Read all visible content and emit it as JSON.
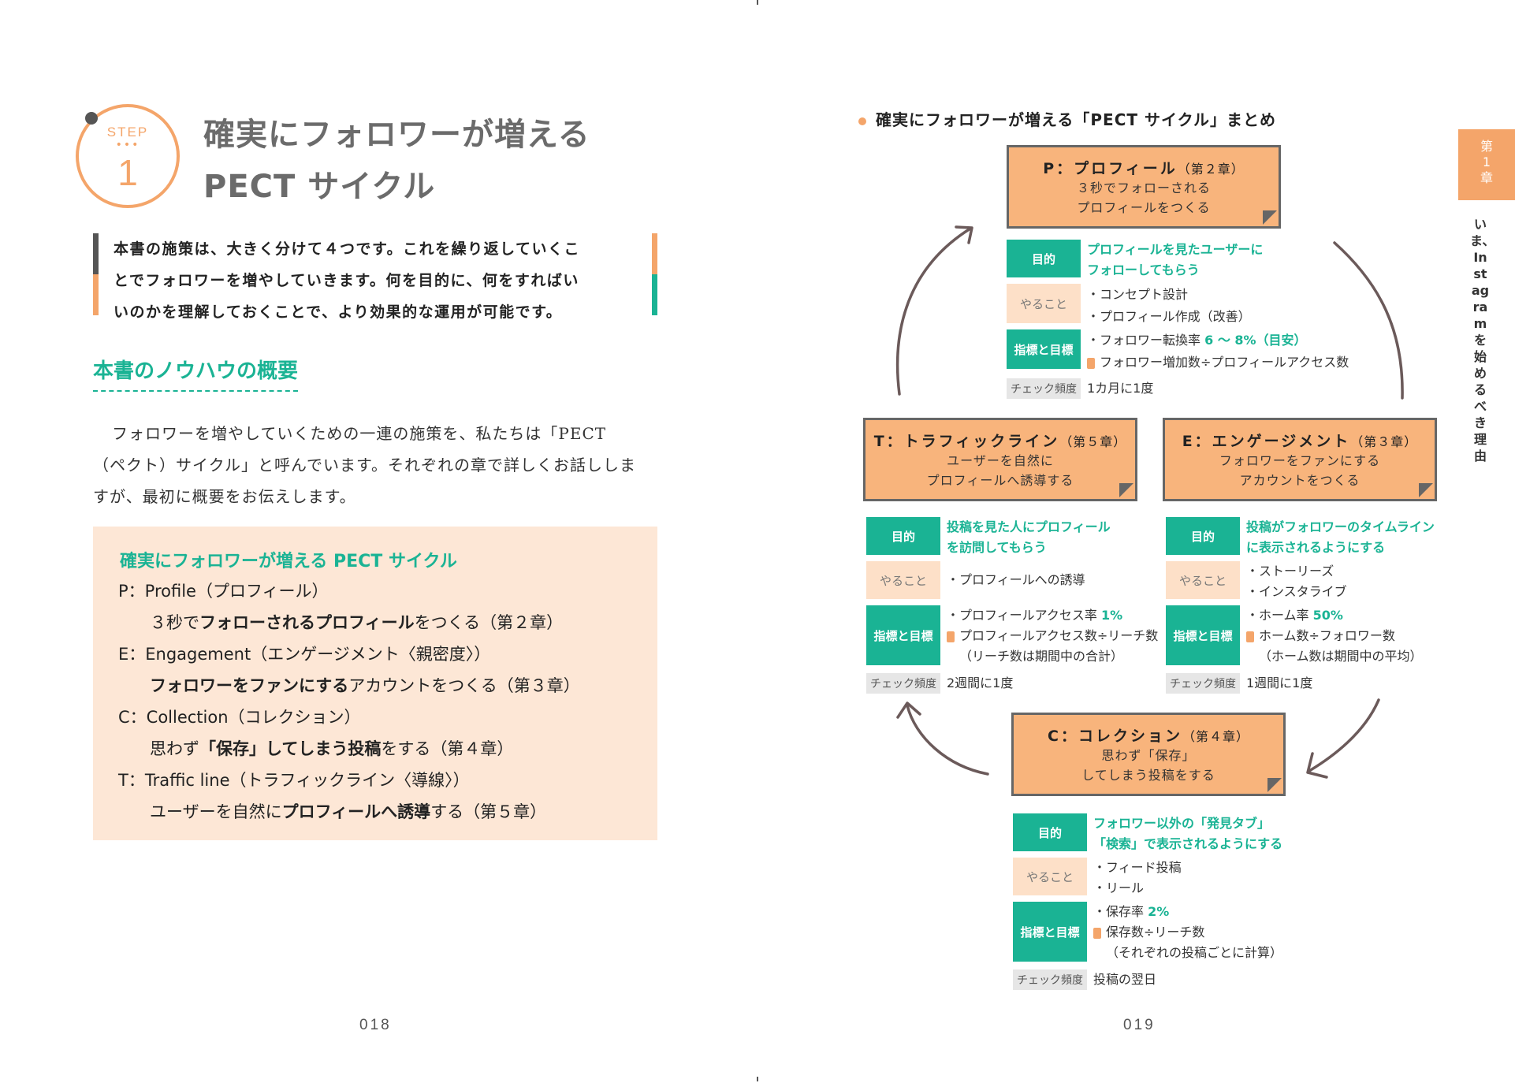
{
  "left": {
    "step_word": "STEP",
    "step_dots": "•••",
    "step_number": "1",
    "title_line1": "確実にフォロワーが増える",
    "title_line2": "PECT サイクル",
    "intro_line1": "本書の施策は、大きく分けて４つです。これを繰り返していくこ",
    "intro_line2": "とでフォロワーを増やしていきます。何を目的に、何をすればい",
    "intro_line3": "いのかを理解しておくことで、より効果的な運用が可能です。",
    "section_heading": "本書のノウハウの概要",
    "body_line1": "フォロワーを増やしていくための一連の施策を、私たちは「PECT",
    "body_line2": "（ペクト）サイクル」と呼んでいます。それぞれの章で詳しくお話ししま",
    "body_line3": "すが、最初に概要をお伝えします。",
    "summary": {
      "title": "確実にフォロワーが増える PECT サイクル",
      "p_label": "P：Profile（プロフィール）",
      "p_desc_a": "３秒で",
      "p_desc_b": "フォローされるプロフィール",
      "p_desc_c": "をつくる（第２章）",
      "e_label": "E：Engagement（エンゲージメント〈親密度〉）",
      "e_desc_b": "フォロワーをファンにする",
      "e_desc_c": "アカウントをつくる（第３章）",
      "c_label": "C：Collection（コレクション）",
      "c_desc_a": "思わず",
      "c_desc_b": "「保存」してしまう投稿",
      "c_desc_c": "をする（第４章）",
      "t_label": "T：Traffic line（トラフィックライン〈導線〉）",
      "t_desc_a": "ユーザーを自然に",
      "t_desc_b": "プロフィールへ誘導",
      "t_desc_c": "する（第５章）"
    },
    "page_number": "018"
  },
  "right": {
    "heading": "確実にフォロワーが増える「PECT サイクル」まとめ",
    "chapter_tab": [
      "第",
      "1",
      "章"
    ],
    "vertical_text": "いま、Instagramを始めるべき理由",
    "page_number": "019",
    "labels": {
      "purpose": "目的",
      "todo": "やること",
      "kpi": "指標と目標",
      "freq": "チェック頻度"
    },
    "p": {
      "head": "P：プロフィール",
      "chapter": "（第２章）",
      "sub1": "３秒でフォローされる",
      "sub2": "プロフィールをつくる",
      "purpose1": "プロフィールを見たユーザーに",
      "purpose2": "フォローしてもらう",
      "todo1": "・コンセプト設計",
      "todo2": "・プロフィール作成（改善）",
      "kpi1": "・フォロワー転換率",
      "kpi1_hl": "6 〜 8%（目安）",
      "kpi2": "フォロワー増加数÷プロフィールアクセス数",
      "freq": "1カ月に1度"
    },
    "t": {
      "head": "T：トラフィックライン",
      "chapter": "（第５章）",
      "sub1": "ユーザーを自然に",
      "sub2": "プロフィールへ誘導する",
      "purpose1": "投稿を見た人にプロフィール",
      "purpose2": "を訪問してもらう",
      "todo1": "・プロフィールへの誘導",
      "kpi1": "・プロフィールアクセス率",
      "kpi1_hl": "1%",
      "kpi2": "プロフィールアクセス数÷リーチ数",
      "kpi3": "（リーチ数は期間中の合計）",
      "freq": "2週間に1度"
    },
    "e": {
      "head": "E：エンゲージメント",
      "chapter": "（第３章）",
      "sub1": "フォロワーをファンにする",
      "sub2": "アカウントをつくる",
      "purpose1": "投稿がフォロワーのタイムライン",
      "purpose2": "に表示されるようにする",
      "todo1": "・ストーリーズ",
      "todo2": "・インスタライブ",
      "kpi1": "・ホーム率",
      "kpi1_hl": "50%",
      "kpi2": "ホーム数÷フォロワー数",
      "kpi3": "（ホーム数は期間中の平均）",
      "freq": "1週間に1度"
    },
    "c": {
      "head": "C：コレクション",
      "chapter": "（第４章）",
      "sub1": "思わず「保存」",
      "sub2": "してしまう投稿をする",
      "purpose1": "フォロワー以外の「発見タブ」",
      "purpose2": "「検索」で表示されるようにする",
      "todo1": "・フィード投稿",
      "todo2": "・リール",
      "kpi1": "・保存率",
      "kpi1_hl": "2%",
      "kpi2": "保存数÷リーチ数",
      "kpi3": "（それぞれの投稿ごとに計算）",
      "freq": "投稿の翌日"
    },
    "colors": {
      "orange": "#f8b47c",
      "teal": "#1ab394",
      "peach": "#fde0c8"
    }
  }
}
